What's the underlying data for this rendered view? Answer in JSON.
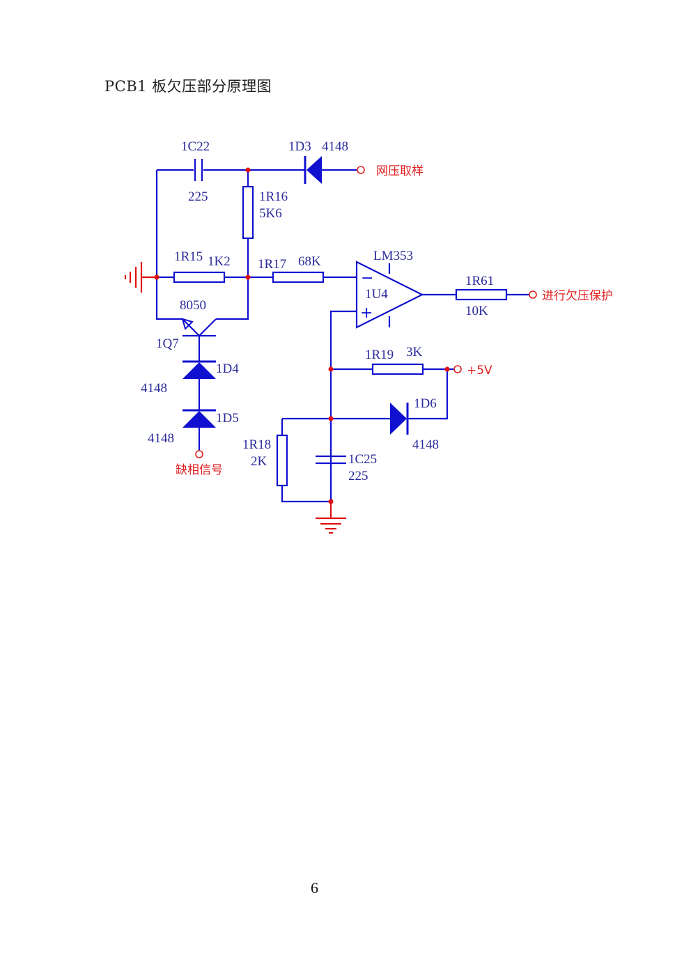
{
  "page": {
    "title": "PCB1 板欠压部分原理图",
    "page_number": "6"
  },
  "colors": {
    "wire": "#1010d0",
    "label": "#2a2a9a",
    "signal": "#e02020"
  },
  "components": {
    "c22": {
      "ref": "1C22",
      "value": "225"
    },
    "d3": {
      "ref": "1D3",
      "value": "4148"
    },
    "r16": {
      "ref": "1R16",
      "value": "5K6"
    },
    "r15": {
      "ref": "1R15",
      "value": "1K2"
    },
    "r17": {
      "ref": "1R17",
      "value": "68K"
    },
    "u4": {
      "ref": "1U4",
      "value": "LM353",
      "minus": "−",
      "plus": "+"
    },
    "r61": {
      "ref": "1R61",
      "value": "10K"
    },
    "q7": {
      "ref": "1Q7",
      "value": "8050"
    },
    "d4": {
      "ref": "1D4",
      "value": "4148"
    },
    "d5": {
      "ref": "1D5",
      "value": "4148"
    },
    "r19": {
      "ref": "1R19",
      "value": "3K"
    },
    "d6": {
      "ref": "1D6",
      "value": "4148"
    },
    "r18": {
      "ref": "1R18",
      "value": "2K"
    },
    "c25": {
      "ref": "1C25",
      "value": "225"
    }
  },
  "signals": {
    "grid_sample": "网压取样",
    "undervoltage_protect": "进行欠压保护",
    "vcc": "+5V",
    "phase_loss": "缺相信号"
  }
}
